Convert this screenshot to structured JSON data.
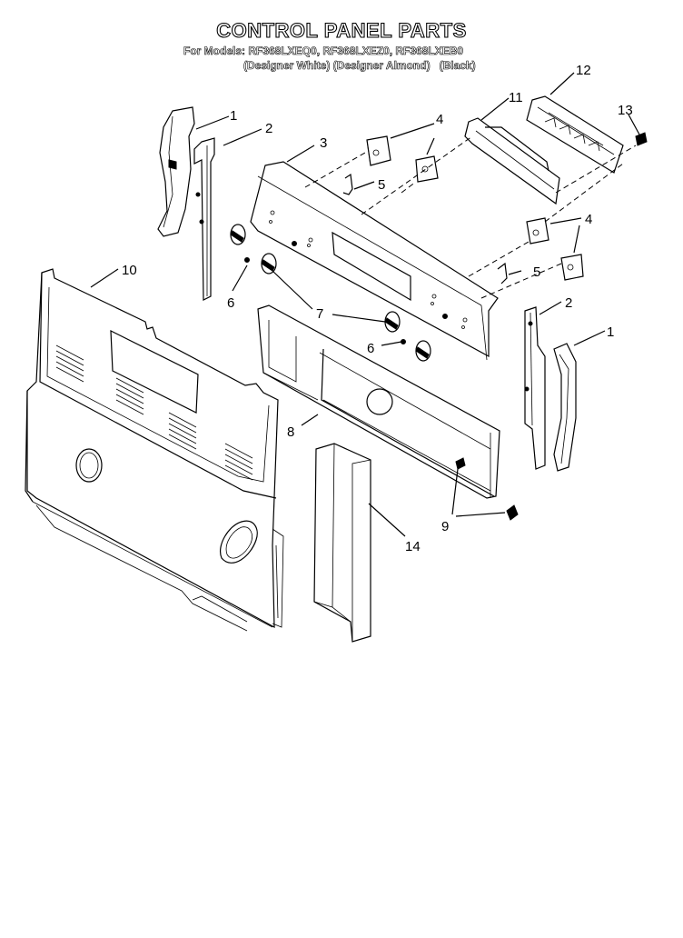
{
  "header": {
    "title": "CONTROL PANEL PARTS",
    "models_line": "For Models: RF368LXEQ0, RF368LXEZ0, RF368LXEB0",
    "colors_line": "(Designer White) (Designer Almond)   (Black)"
  },
  "callouts": {
    "c1a": "1",
    "c1b": "1",
    "c2a": "2",
    "c2b": "2",
    "c3": "3",
    "c4a": "4",
    "c4b": "4",
    "c5a": "5",
    "c5b": "5",
    "c6a": "6",
    "c6b": "6",
    "c7": "7",
    "c8": "8",
    "c9": "9",
    "c10": "10",
    "c11": "11",
    "c12": "12",
    "c13": "13",
    "c14": "14"
  }
}
